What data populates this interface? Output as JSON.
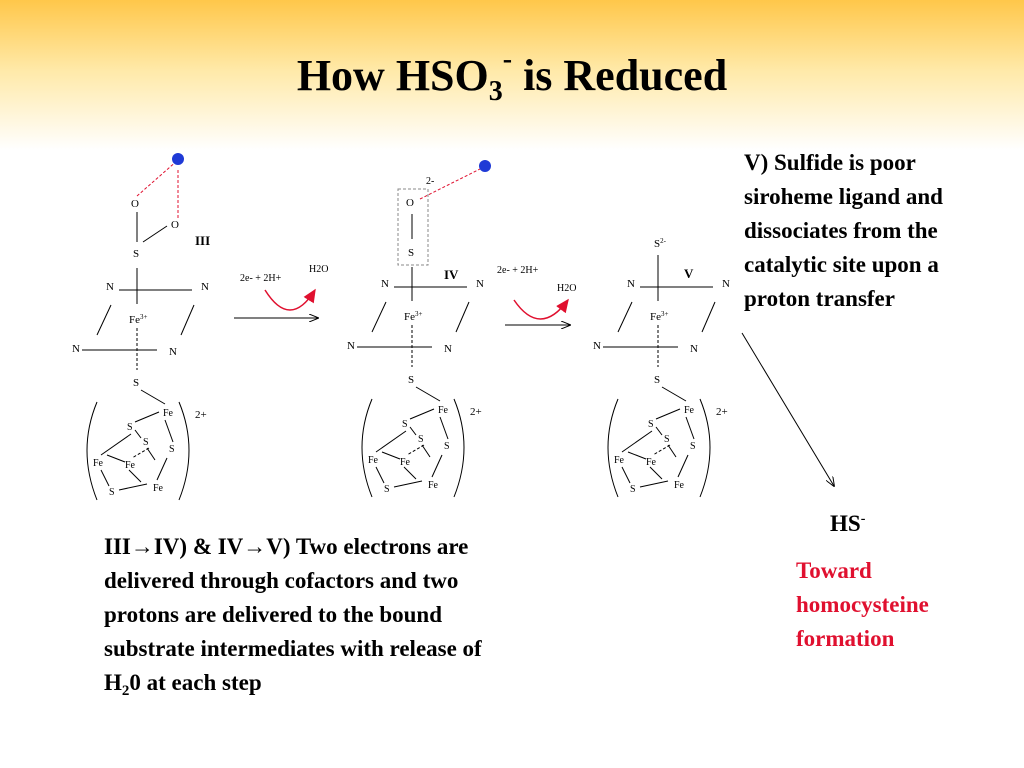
{
  "title": {
    "text": "How HSO",
    "sub": "3",
    "sup": "-",
    "rest": " is Reduced"
  },
  "structures": [
    {
      "stage": "III",
      "substituent": [
        "O",
        "O",
        "S"
      ],
      "iron": "Fe3+",
      "charge": "2+"
    },
    {
      "stage": "IV",
      "charge_label": "2-",
      "substituent": [
        "O",
        "S"
      ],
      "iron": "Fe3+",
      "charge": "2+"
    },
    {
      "stage": "V",
      "substituent": [
        "S2-"
      ],
      "iron": "Fe3+",
      "charge": "2+"
    }
  ],
  "reactions": [
    {
      "reagent": "2e- + 2H+",
      "product": "H2O"
    },
    {
      "reagent": "2e- + 2H+",
      "product": "H2O"
    }
  ],
  "right_text": "V) Sulfide is poor siroheme ligand and dissociates from the catalytic site upon a proton transfer",
  "product": {
    "name": "HS",
    "charge": "-"
  },
  "toward_text": "Toward homocysteine formation",
  "bottom_text": {
    "line1": "III→IV) & IV→V)  Two electrons are",
    "line2": "delivered through cofactors  and two",
    "line3": "protons are delivered to the bound",
    "line4": "substrate intermediates with release of",
    "line5_pre": "H",
    "line5_sub": "2",
    "line5_post": "0 at each step"
  },
  "colors": {
    "accent_red": "#e0102f",
    "blue_dot": "#1f3ad6"
  }
}
